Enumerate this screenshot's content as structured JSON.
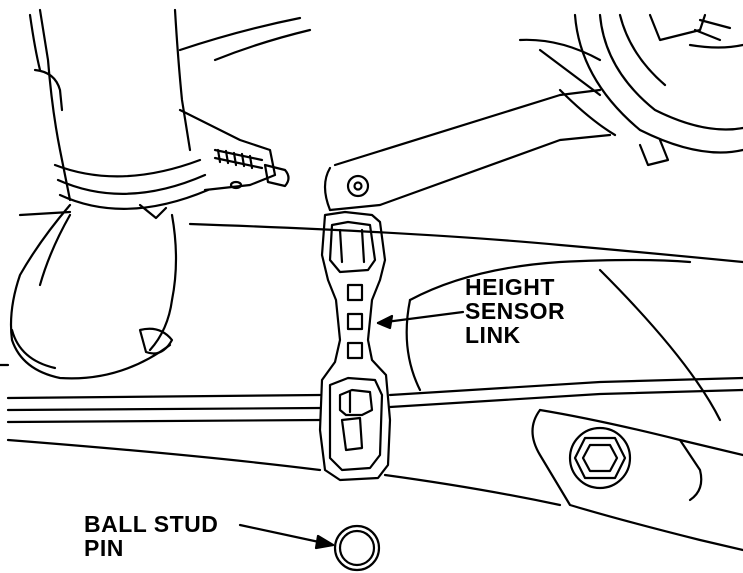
{
  "labels": {
    "height_sensor_link": [
      "HEIGHT",
      "SENSOR",
      "LINK"
    ],
    "ball_stud_pin": [
      "BALL STUD",
      "PIN"
    ]
  },
  "colors": {
    "ink": "#000000",
    "paper": "#ffffff"
  }
}
